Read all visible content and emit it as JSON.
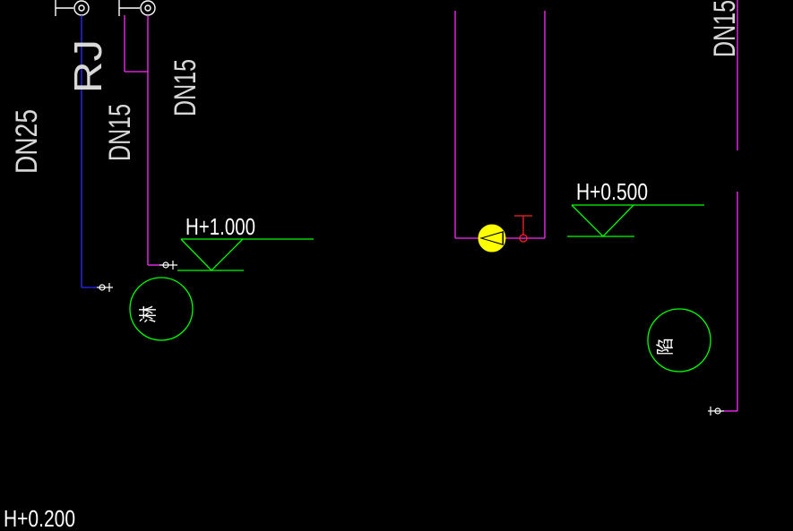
{
  "colors": {
    "background": "#000000",
    "text": "#ffffff",
    "pipe_blue": "#2b2bff",
    "pipe_magenta": "#ff2bff",
    "elevation_green": "#00ff00",
    "valve_red": "#ff2222",
    "pump_yellow": "#ffff00",
    "fixture_white": "#ffffff"
  },
  "pipe_labels": {
    "dn25": "DN25",
    "rj": "RJ",
    "dn15_a": "DN15",
    "dn15_b": "DN15",
    "dn15_c": "DN15"
  },
  "elevations": {
    "h1000": "H+1.000",
    "h0500": "H+0.500",
    "h0200": "H+0.200"
  },
  "fixtures": {
    "left_circle_char": "淋",
    "right_circle_char": "陷"
  }
}
